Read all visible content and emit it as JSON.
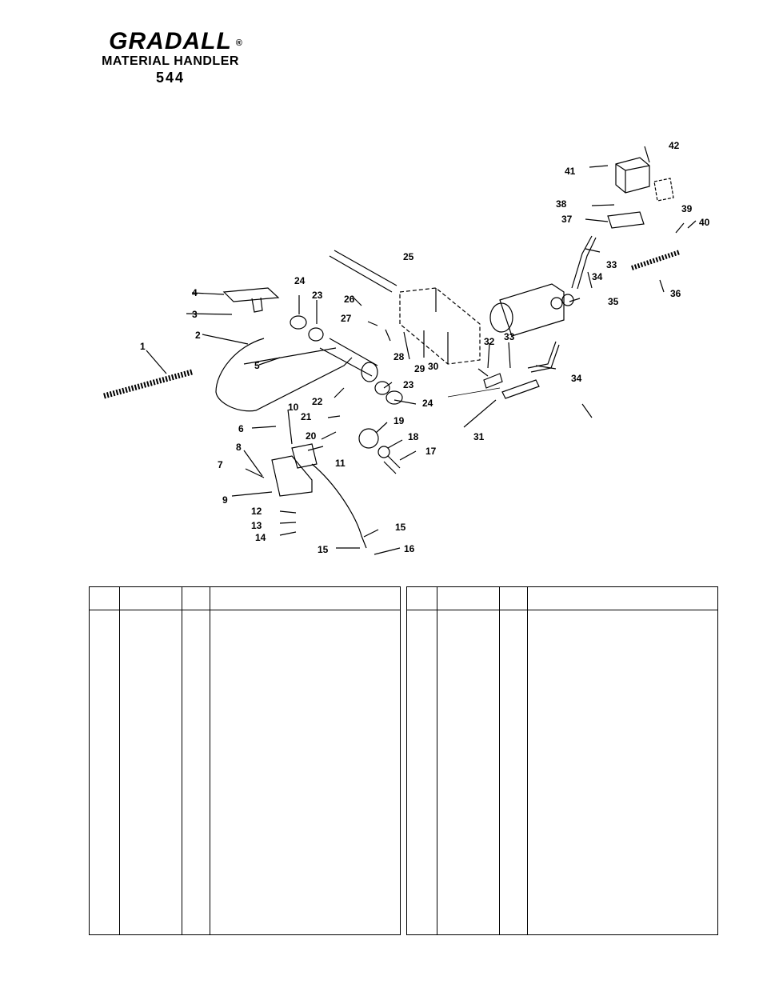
{
  "header": {
    "brand": "GRADALL",
    "registered_mark": "®",
    "subtitle": "MATERIAL HANDLER",
    "model": "544"
  },
  "diagram": {
    "callouts": [
      "1",
      "2",
      "3",
      "4",
      "5",
      "6",
      "7",
      "8",
      "9",
      "10",
      "11",
      "12",
      "13",
      "14",
      "15",
      "15",
      "16",
      "17",
      "18",
      "19",
      "20",
      "21",
      "22",
      "23",
      "23",
      "24",
      "24",
      "25",
      "26",
      "27",
      "28",
      "29",
      "30",
      "31",
      "32",
      "33",
      "33",
      "34",
      "34",
      "35",
      "36",
      "37",
      "38",
      "39",
      "40",
      "41",
      "42"
    ]
  },
  "parts_tables": [
    {
      "columns": [
        "",
        "",
        "",
        ""
      ],
      "rows": []
    },
    {
      "columns": [
        "",
        "",
        "",
        ""
      ],
      "rows": []
    }
  ]
}
